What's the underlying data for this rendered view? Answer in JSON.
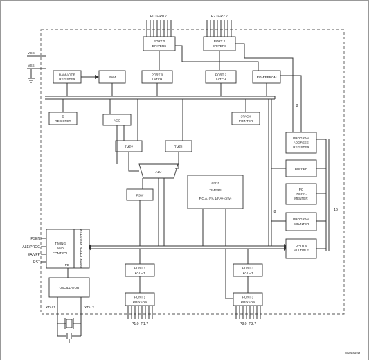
{
  "ports": {
    "p0_pins": "P0.0–P0.7",
    "p2_pins": "P2.0–P2.7",
    "p1_pins": "P1.0–P1.7",
    "p3_pins": "P3.0–P3.7"
  },
  "power": {
    "vcc": "VCC",
    "vss": "VSS"
  },
  "blocks": {
    "port0_drivers": [
      "PORT 0",
      "DRIVERS"
    ],
    "port2_drivers": [
      "PORT 2",
      "DRIVERS"
    ],
    "ram_addr": [
      "RAM ADDR",
      "REGISTER"
    ],
    "ram": "RAM",
    "port0_latch": [
      "PORT 0",
      "LATCH"
    ],
    "port2_latch": [
      "PORT 2",
      "LATCH"
    ],
    "rom": "ROM/EPROM",
    "b_reg": [
      "B",
      "REGISTER"
    ],
    "acc": "ACC",
    "stack": [
      "STACK",
      "POINTER"
    ],
    "tmp2": "TMP2",
    "tmp1": "TMP1",
    "alu": "ALU",
    "psw": "PSW",
    "sfr": [
      "SFRs",
      "TIMERS",
      "P.C.A. (FA & RA+ only)"
    ],
    "prog_addr": [
      "PROGRAM",
      "ADDRESS",
      "REGISTER"
    ],
    "buffer": "BUFFER",
    "pc_inc": [
      "PC",
      "INCRE-",
      "MENTER"
    ],
    "prog_counter": [
      "PROGRAM",
      "COUNTER"
    ],
    "dptr": [
      "DPTR'S",
      "MULTIPLE"
    ],
    "timing": [
      "TIMING",
      "AND",
      "CONTROL"
    ],
    "instr_reg": "INSTRUCTION REGISTER",
    "pd": "PD",
    "osc": "OSCILLATOR",
    "port1_latch": [
      "PORT 1",
      "LATCH"
    ],
    "port1_drivers": [
      "PORT 1",
      "DRIVERS"
    ],
    "port3_latch": [
      "PORT 3",
      "LATCH"
    ],
    "port3_drivers": [
      "PORT 3",
      "DRIVERS"
    ]
  },
  "signals": {
    "psen": "PSEN",
    "ale": "ALE/PROG",
    "ea": "EA/VPP",
    "rst": "RST",
    "xtal1": "XTAL1",
    "xtal2": "XTAL2"
  },
  "bus_widths": {
    "top": "8",
    "mid": "8",
    "right": "16"
  },
  "figure_code": "SU00831B"
}
